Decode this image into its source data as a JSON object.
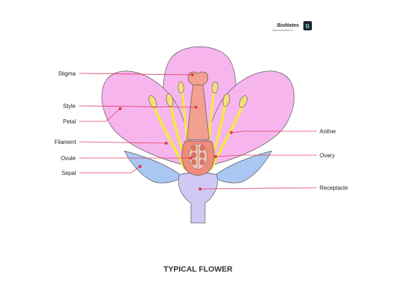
{
  "diagram": {
    "title": "TYPICAL FLOWER",
    "brand": {
      "name": "BioNotes",
      "url": "www.bionotes.in",
      "logo_letter": "B"
    },
    "labels": {
      "stigma": "Stigma",
      "style": "Style",
      "petal": "Petal",
      "filament": "Filament",
      "ovule": "Ovule",
      "sepal": "Sepal",
      "anther": "Anther",
      "ovary": "Ovary",
      "receptacle": "Receptacle"
    },
    "colors": {
      "petal": "#f7b5ee",
      "sepal": "#a9c7f2",
      "receptacle": "#cfc9f3",
      "pistil": "#f2a08f",
      "ovary": "#f18b7a",
      "filament": "#f5e64a",
      "anther": "#f4e07a",
      "leader_line": "#e03a55",
      "outline": "#555555"
    }
  }
}
